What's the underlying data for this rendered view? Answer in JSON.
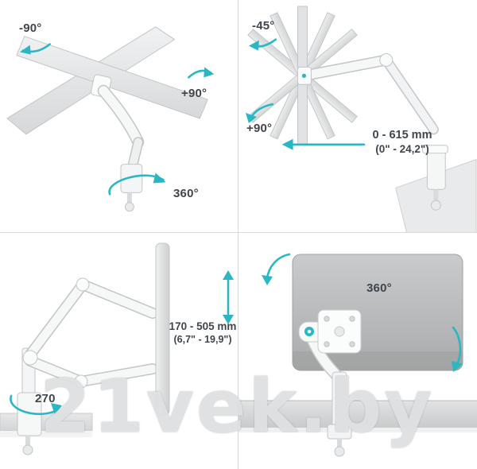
{
  "accent_color": "#2ab7c4",
  "text_color": "#3f464b",
  "watermark": "21vek.by",
  "panels": {
    "swivel": {
      "rotate_left": "-90°",
      "rotate_right": "+90°",
      "arm_rotation": "360°"
    },
    "tilt_extend": {
      "tilt_down": "-45°",
      "tilt_up": "+90°",
      "extend_range_mm": "0 - 615 mm",
      "extend_range_in": "(0\" - 24,2\")"
    },
    "height": {
      "height_range_mm": "170 - 505 mm",
      "height_range_in": "(6,7\" - 19,9\")",
      "base_rotation": "270"
    },
    "screen_rotation": {
      "rotation": "360°"
    }
  }
}
